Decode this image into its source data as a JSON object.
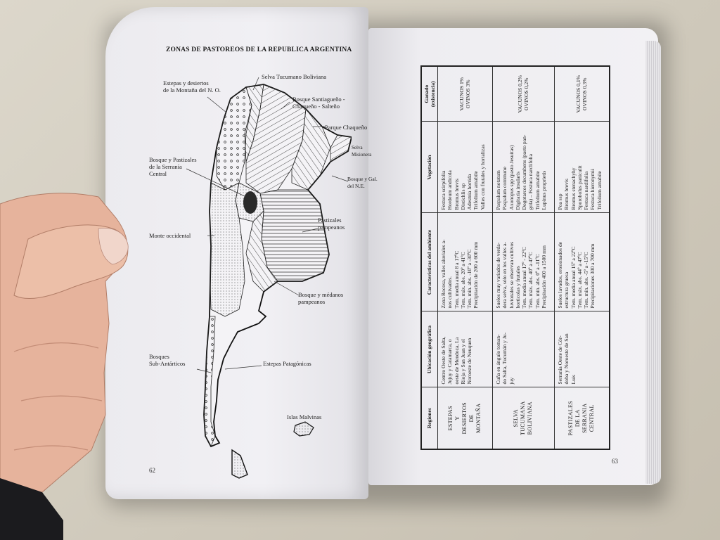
{
  "book": {
    "left_page": {
      "running_title": "ZONAS DE PASTOREOS DE LA REPUBLICA ARGENTINA",
      "page_number": "62",
      "map_labels": {
        "estepas_no": "Estepas y desiertos\nde la Montaña del N. O.",
        "selva": "Selva Tucumano Boliviana",
        "bosque_chaco": "Bosque Santiagueño -\nChaqueño - Salteño",
        "parque": "Parque Chaqueño",
        "selva_misionera": "Selva\nMisionera",
        "bosque_ne": "Bosque y Gal.\ndel N.E.",
        "serrania": "Bosque y Pastizales\nde la Serranía\nCentral",
        "pastizales": "Pastizales\npampeanos",
        "monte": "Monte occidental",
        "medanos": "Bosque y médanos\npampeanos",
        "subantarticos": "Bosques\nSub-Antárticos",
        "patagonicas": "Estepas Patagónicas",
        "malvinas": "Islas Malvinas"
      }
    },
    "right_page": {
      "page_number": "63",
      "table": {
        "headers": [
          "Regiones",
          "Ubicación geográfica",
          "Características del ambiente",
          "Vegetación",
          "Ganado\n(existencia)"
        ],
        "rows": [
          {
            "region": "ESTEPAS\nY\nDESIERTOS\nDE\nMONTAÑA",
            "ubicacion": "Centro Oeste de Salta,\nJujuy y Catamarca, o\noeste de Mendoza, La\nRioja y San Juan y el\nNoroeste de Neuquen",
            "caracteristicas": "Zona Rocosa, valles aluviales a-\nnos cultivados.\nTem. media anual 8 a 17ºC\nTem. máx. abs. 20º a 41ºC\nTem. mín. abs. -10º a -30ºC\nPrecipitación de 200 a 600 mm",
            "vegetacion": "Festuca scirpifolia\nHordeum andicola\nBromus brevis\nDistichlis sp\nAdesmia horrida\nTrifolium amabile\nValles con frutales y hortalizas",
            "ganado": "VACUNOS 1%\nOVINOS 3%"
          },
          {
            "region": "SELVA\nTUCUMANA\nBOLIVIANA",
            "ubicacion": "Cuña en ángulo toman-\ndo Salta, Tucumán y Ju-\njuy",
            "caracteristicas": "Suelos muy variados de verda-\ndera selva, sólo en los valles a-\nluvionales se observan cultivos\nhorticolas y frutales\nTem. media anual 17º - 22ºC\nTem. máx. abs. 40º a 47ºC\nTem. mín. abs. 0º a -11ºC\nPrecipitación 400 a 1500 mm",
            "vegetacion": "Paspalum notatum\nPaspalum commune\nAxonopus spp (pasto Jesuitas)\nDigitaria insularis\nDogotarcos decumbens (pasto pan-\ngola) – Festuca narclifolia\nTrifolium amabile\nLupinus proprietis",
            "ganado": "VACUNOS 0,2%\nOVINOS 0,2%"
          },
          {
            "region": "PASTIZALES\nDE LA\nSERRANIA\nCENTRAL",
            "ubicacion": "Serranía Oeste de Cór-\ndoba y Noroeste de San\nLuis",
            "caracteristicas": "Suelos lavados, erosionados de\nestructura gruesa\nTem. media anual 15º a 22ºC\nTem. máx. abs. 44º a 47ºC\nTem. mín. abs. -5º a -15ºC\nPrecipitaciones 300 a 700 mm",
            "vegetacion": "Poa ssp\nBromus brevis\nBromus stenachyhy\nSporobolus paniculit\nFestuca nardifolia\nFestuca hieronymii\nTrifolium amabile",
            "ganado": "VACUNOS 0,1%\nOVINOS 0,3%"
          }
        ]
      }
    }
  },
  "colors": {
    "page": "#f1f0f4",
    "ink": "#222222",
    "skin": "#e8b59c",
    "sleeve": "#1b1b1e",
    "floor": "#d6d0c3"
  }
}
